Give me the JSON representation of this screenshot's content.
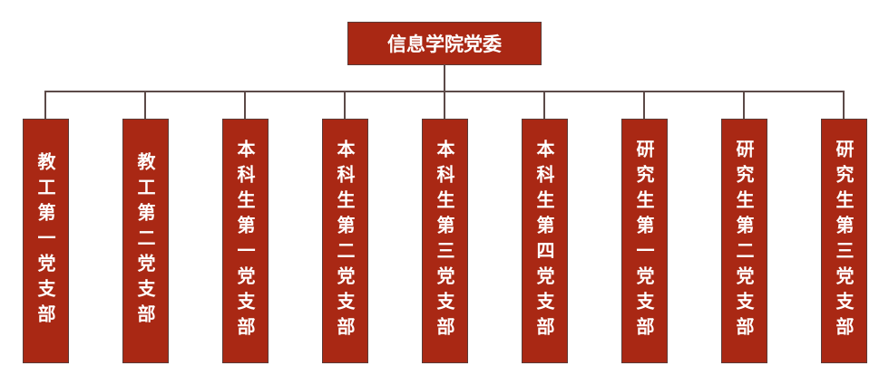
{
  "root": {
    "label": "信息学院党委"
  },
  "branches": [
    {
      "label": "教工第一党支部"
    },
    {
      "label": "教工第二党支部"
    },
    {
      "label": "本科生第一党支部"
    },
    {
      "label": "本科生第二党支部"
    },
    {
      "label": "本科生第三党支部"
    },
    {
      "label": "本科生第四党支部"
    },
    {
      "label": "研究生第一党支部"
    },
    {
      "label": "研究生第二党支部"
    },
    {
      "label": "研究生第三党支部"
    }
  ],
  "colors": {
    "box": "#a92814",
    "border": "#5c3a36",
    "line": "#5c4a48"
  }
}
